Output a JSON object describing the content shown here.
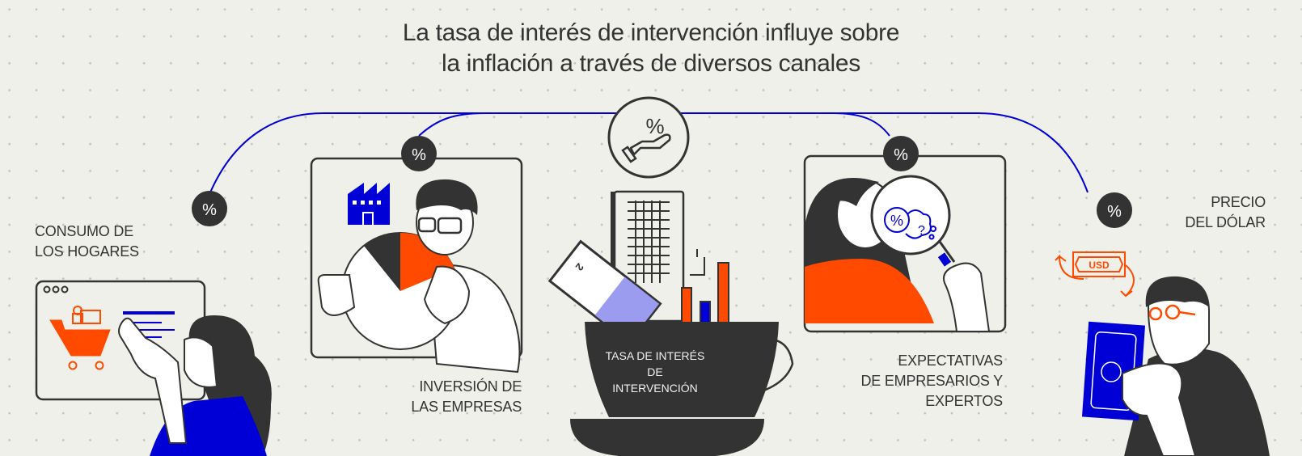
{
  "title": {
    "line1": "La tasa de interés de intervención influye sobre",
    "line2": "la inflación a través de diversos canales"
  },
  "center": {
    "icon": "hand-percent-icon",
    "cup_label": {
      "line1": "TASA DE INTERÉS",
      "line2": "DE",
      "line3": "INTERVENCIÓN"
    },
    "banknote_number": "2"
  },
  "channels": [
    {
      "id": "consumo",
      "badge": "%",
      "label_line1": "CONSUMO DE",
      "label_line2": "LOS HOGARES",
      "illustration": "woman-shopping-online"
    },
    {
      "id": "inversion",
      "badge": "%",
      "label_line1": "INVERSIÓN DE",
      "label_line2": "LAS EMPRESAS",
      "illustration": "man-holding-pie-chart"
    },
    {
      "id": "expectativas",
      "badge": "%",
      "label_line1": "EXPECTATIVAS",
      "label_line2": "DE EMPRESARIOS Y",
      "label_line3": "EXPERTOS",
      "illustration": "woman-magnifying-glass"
    },
    {
      "id": "dolar",
      "badge": "%",
      "label_line1": "PRECIO",
      "label_line2": "DEL DÓLAR",
      "illustration": "man-holding-banknote",
      "currency_tag": "USD"
    }
  ],
  "colors": {
    "background": "#f0f0eb",
    "dark": "#333333",
    "blue": "#0000d6",
    "orange": "#ff4a00",
    "lavender": "#9b9bf0",
    "connector": "#0000d6"
  }
}
